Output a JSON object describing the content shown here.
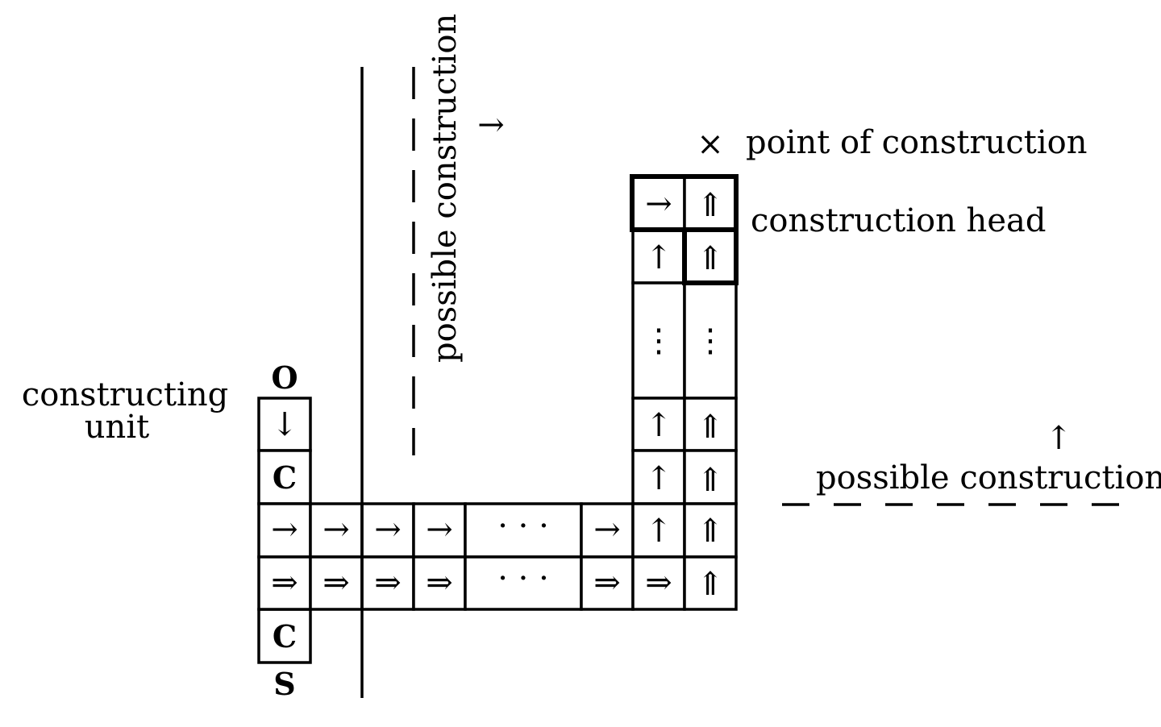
{
  "labels": {
    "constructing_unit_line1": "constructing",
    "constructing_unit_line2": "unit",
    "top_o": "O",
    "bottom_s": "S",
    "point_of_construction": "point of construction",
    "construction_head": "construction head",
    "possible_construction_vertical": "possible construction",
    "possible_construction_horizontal": "possible construction"
  },
  "symbols": {
    "down_arrow": "↓",
    "c_letter": "C",
    "right_arrow": "→",
    "double_right_arrow": "⇒",
    "up_arrow": "↑",
    "double_up_arrow": "⇑",
    "h_ellipsis": "· · ·",
    "v_ellipsis": "⋮",
    "cross": "×"
  },
  "unit_cells": [
    "↓",
    "C",
    "→",
    "⇒",
    "C"
  ],
  "row_arrows": [
    "→",
    "→",
    "→",
    "→",
    "· · ·",
    "→",
    "↑",
    "⇑"
  ],
  "row_double_arrows": [
    "⇒",
    "⇒",
    "⇒",
    "⇒",
    "· · ·",
    "⇒",
    "⇒",
    "⇑"
  ],
  "column_left": [
    "→",
    "↑",
    "⋮",
    "↑",
    "↑"
  ],
  "column_right": [
    "⇑",
    "⇑",
    "⋮",
    "⇑",
    "⇑"
  ]
}
